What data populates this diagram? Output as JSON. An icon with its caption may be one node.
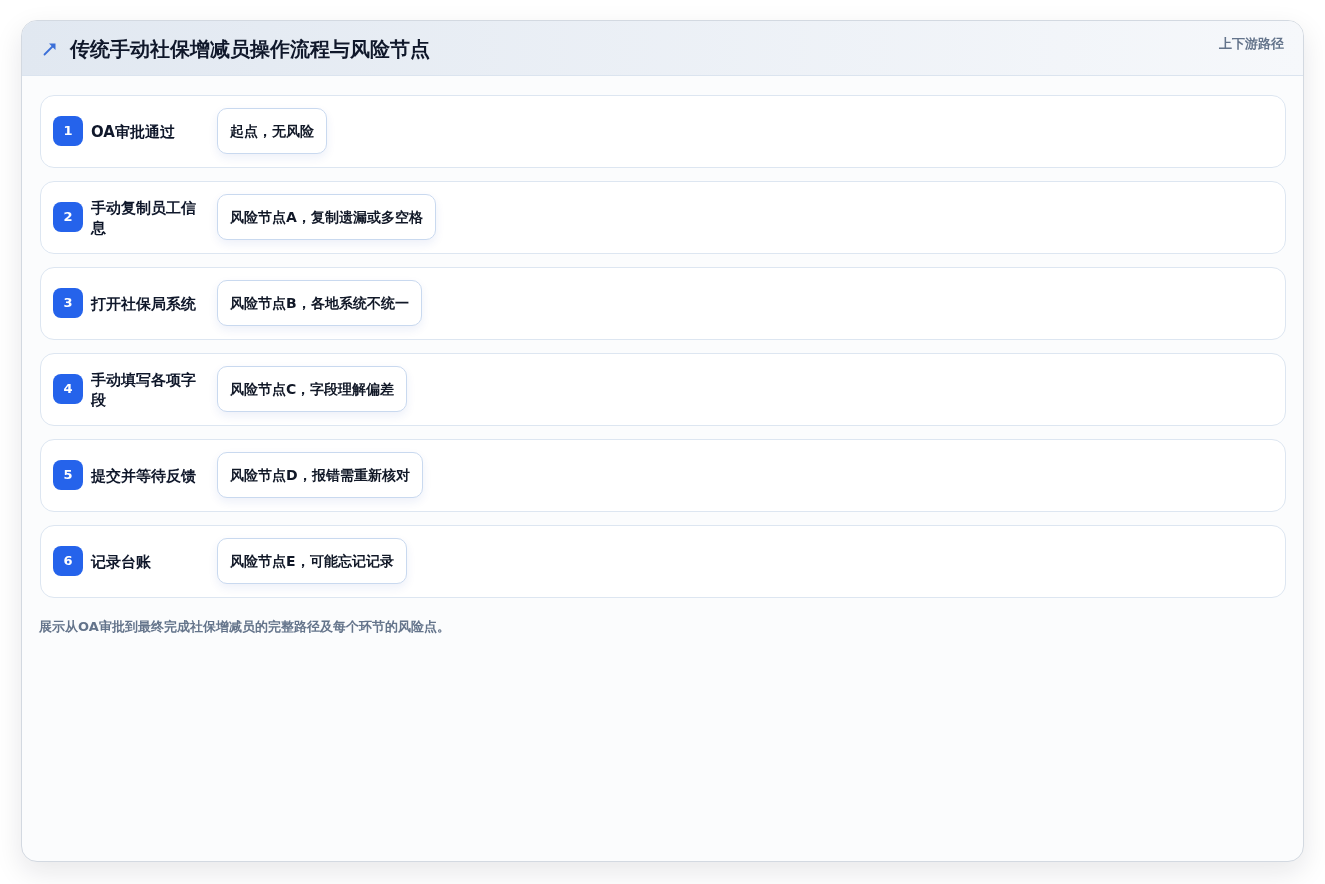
{
  "diagram": {
    "title": "传统手动社保增减员操作流程与风险节点",
    "caption": "展示从OA审批到最终完成社保增减员的完整路径及每个环节的风险点。",
    "nodes": [
      {
        "text": [
          "OA审批通过"
        ]
      },
      {
        "text": [
          "1"
        ],
        "in": 0
      },
      {
        "text": [
          "起点，无风险"
        ],
        "in": 0
      },
      {
        "text": [
          "手动复制员工信息"
        ]
      },
      {
        "text": [
          "2"
        ],
        "in": 3
      },
      {
        "text": [
          "风险节点A，复制遗漏或多空格"
        ],
        "in": 3
      },
      {
        "text": [
          "打开社保局系统"
        ]
      },
      {
        "text": [
          "3"
        ],
        "in": 6
      },
      {
        "text": [
          "风险节点B，各地系统不统一"
        ],
        "in": 6
      },
      {
        "text": [
          "手动填写各项字段"
        ]
      },
      {
        "text": [
          "4"
        ],
        "in": 9
      },
      {
        "text": [
          "风险节点C，字段理解偏差"
        ],
        "in": 9
      },
      {
        "text": [
          "提交并等待反馈"
        ]
      },
      {
        "text": [
          "5"
        ],
        "in": 12
      },
      {
        "text": [
          "风险节点D，报错需重新核对"
        ],
        "in": 12
      },
      {
        "text": [
          "记录台账"
        ]
      },
      {
        "text": [
          "6"
        ],
        "in": 15
      },
      {
        "text": [
          "风险节点E，可能忘记记录"
        ],
        "in": 15
      }
    ],
    "labels": [
      "上下游路径"
    ]
  }
}
